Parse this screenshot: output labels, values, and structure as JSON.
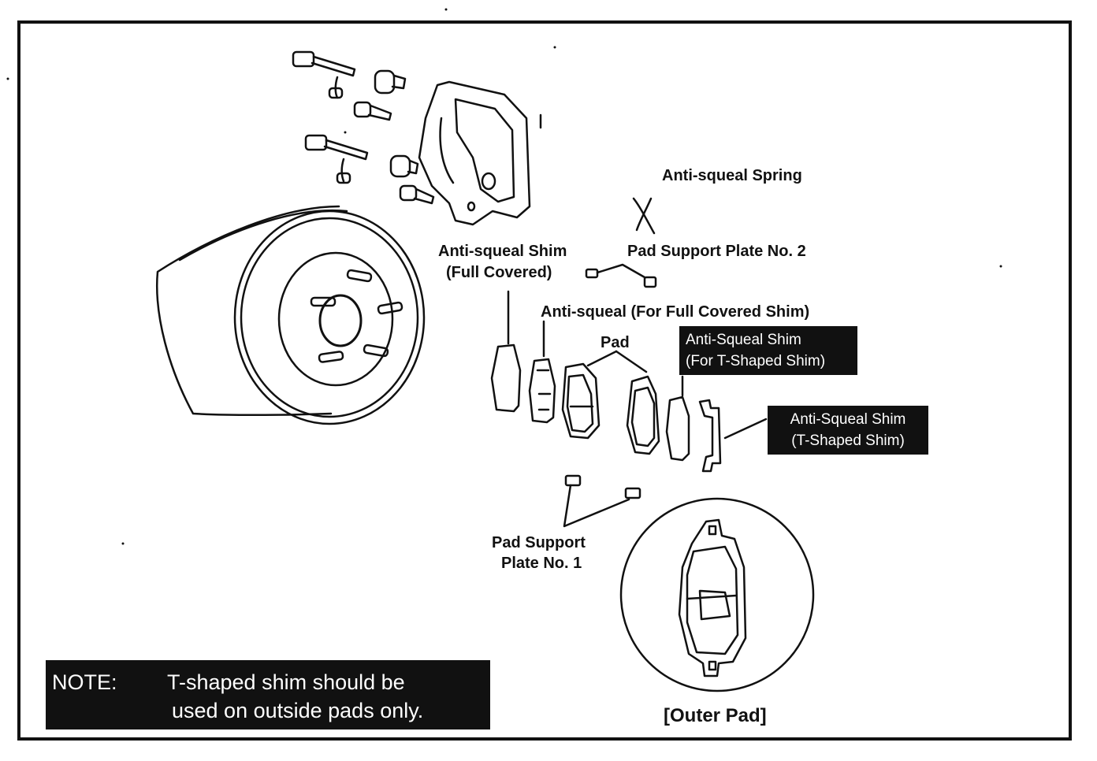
{
  "labels": {
    "anti_squeal_spring": "Anti-squeal Spring",
    "pad_support_plate_2": "Pad Support Plate No. 2",
    "anti_squeal_shim_full_1": "Anti-squeal Shim",
    "anti_squeal_shim_full_2": "(Full Covered)",
    "anti_squeal_for_full": "Anti-squeal (For Full Covered Shim)",
    "pad": "Pad",
    "shim_for_t_1": "Anti-Squeal Shim",
    "shim_for_t_2": "(For T-Shaped Shim)",
    "shim_t_1": "Anti-Squeal Shim",
    "shim_t_2": "(T-Shaped Shim)",
    "pad_support_plate_1_line1": "Pad Support",
    "pad_support_plate_1_line2": "Plate No. 1",
    "outer_pad": "[Outer Pad]"
  },
  "note": {
    "prefix": "NOTE:",
    "line1": "T-shaped shim should be",
    "line2": "used on outside pads only."
  }
}
